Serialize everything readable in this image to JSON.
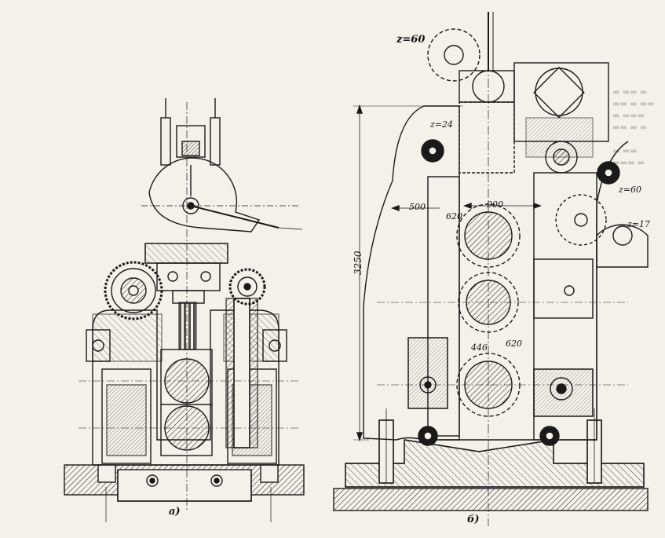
{
  "figure_a": {
    "caption": "a)"
  },
  "figure_b": {
    "caption": "б)",
    "gear_labels": {
      "z_top": "z=60",
      "z_upper": "z=24",
      "z_right": "z=60",
      "z_small": "z=17"
    },
    "dimensions": {
      "width_500": "500",
      "width_900": "900",
      "height_3250": "3250",
      "dia_620_upper": "620",
      "dia_446": "446",
      "dia_620_lower": "620"
    }
  },
  "colors": {
    "ink": "#1a1a1a",
    "paper": "#f3f1ea"
  }
}
